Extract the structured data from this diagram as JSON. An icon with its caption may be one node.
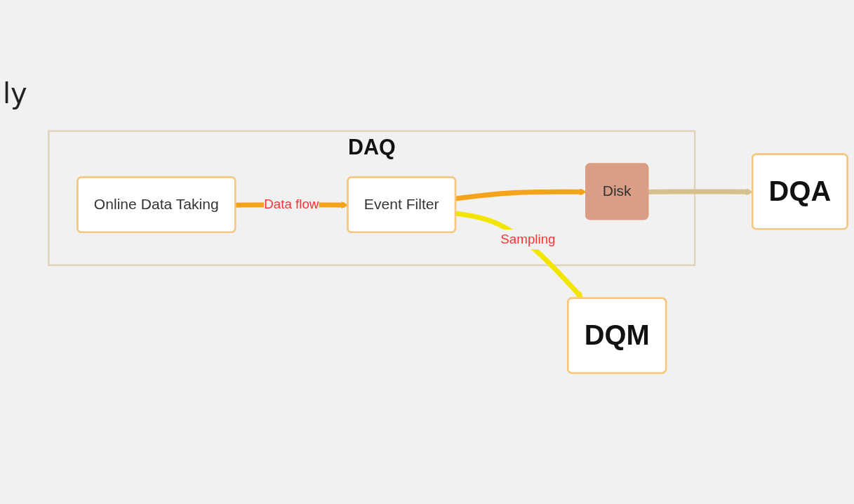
{
  "diagram": {
    "nodes": [
      {
        "text": [
          "DAQ"
        ]
      },
      {
        "text": [
          "Online Data Taking"
        ],
        "in": 0
      },
      {
        "text": [
          "Event Filter"
        ],
        "in": 0
      },
      {
        "text": [
          "Disk"
        ],
        "in": 0
      },
      {
        "text": [
          "DQM"
        ]
      },
      {
        "text": [
          "DQA"
        ]
      }
    ],
    "edges": [
      {
        "from": 1,
        "to": 2,
        "arrow": "to",
        "label": "Data flow",
        "color": "#f5a31a"
      },
      {
        "from": 2,
        "to": 3,
        "arrow": "to",
        "color": "#f5a31a"
      },
      {
        "from": 2,
        "to": 4,
        "arrow": "to",
        "label": "Sampling",
        "color": "#f2e600"
      },
      {
        "from": 3,
        "to": 5,
        "arrow": "to",
        "color": "#d8c08c"
      }
    ],
    "labels": [
      "ly"
    ]
  }
}
